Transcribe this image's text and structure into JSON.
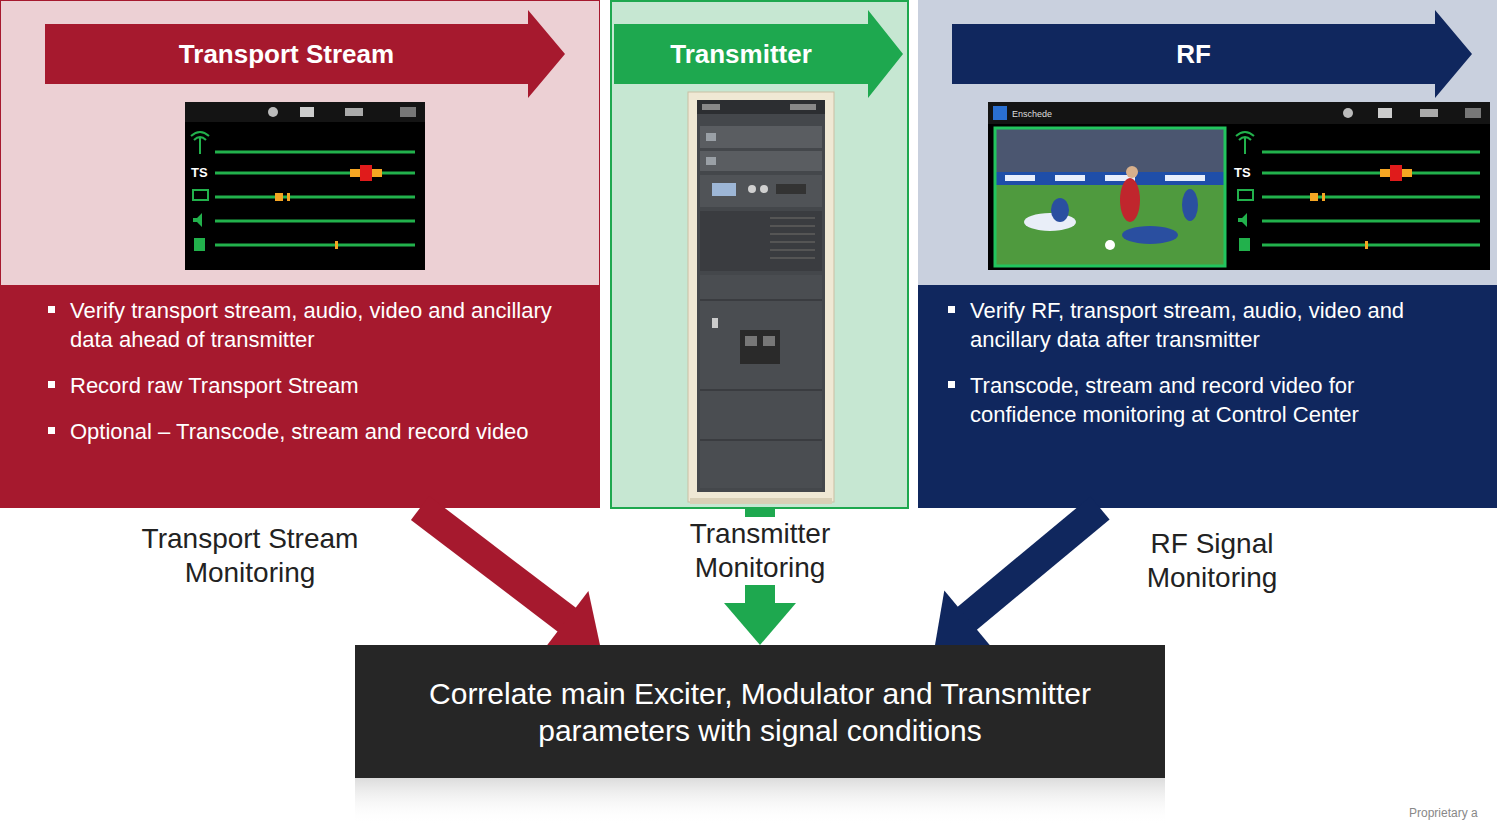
{
  "diagram": {
    "nodes": [
      {
        "text": [
          "Transport Stream",
          "Verify transport stream, audio, video and ancillary data ahead of transmitter",
          "Record raw Transport Stream",
          "Optional – Transcode, stream and record video"
        ]
      },
      {
        "text": [
          "Transmitter"
        ]
      },
      {
        "text": [
          "RF",
          "Verify RF, transport stream, audio, video and ancillary data after transmitter",
          "Transcode, stream and record video for confidence monitoring at Control Center"
        ]
      },
      {
        "text": [
          "Correlate main Exciter, Modulator and Transmitter parameters with signal conditions"
        ]
      }
    ],
    "edges": [
      {
        "from": 0,
        "to": 3,
        "label": "Transport Stream Monitoring",
        "arrow": "to"
      },
      {
        "from": 1,
        "to": 3,
        "label": "Transmitter Monitoring",
        "arrow": "to"
      },
      {
        "from": 2,
        "to": 3,
        "label": "RF Signal Monitoring",
        "arrow": "to"
      }
    ],
    "labels": [
      "TS",
      "Enschede",
      "TS",
      "Proprietary a"
    ]
  }
}
